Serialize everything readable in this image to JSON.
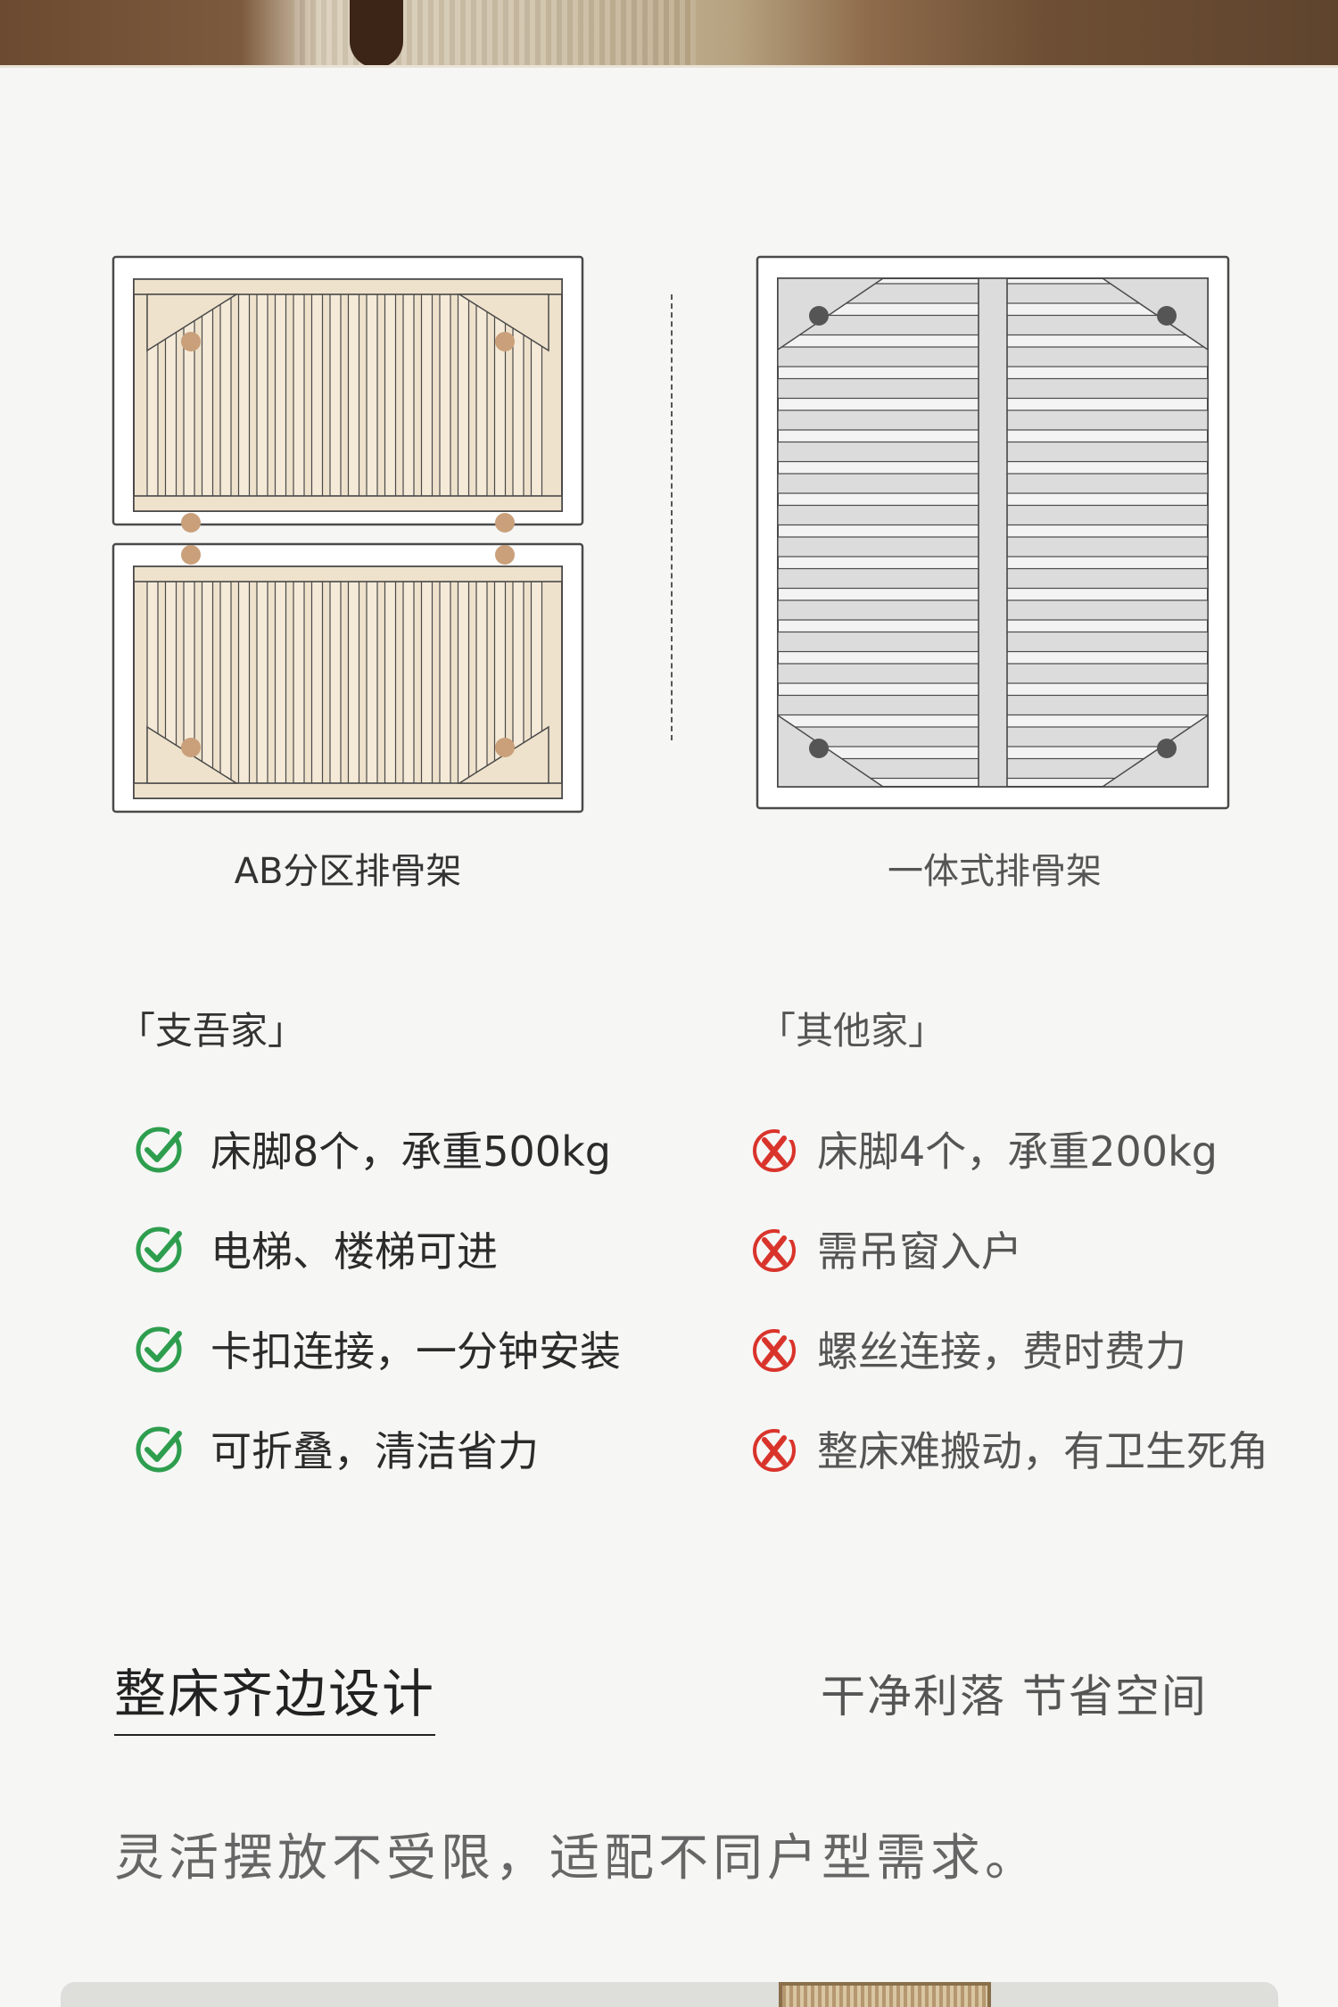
{
  "diagrams": {
    "ab": {
      "label": "AB分区排骨架"
    },
    "one": {
      "label": "一体式排骨架"
    }
  },
  "comparison": {
    "ours": {
      "title": "「支吾家」",
      "items": [
        {
          "icon": "check-icon",
          "text": "床脚8个，承重500kg"
        },
        {
          "icon": "check-icon",
          "text": "电梯、楼梯可进"
        },
        {
          "icon": "check-icon",
          "text": "卡扣连接，一分钟安装"
        },
        {
          "icon": "check-icon",
          "text": "可折叠，清洁省力"
        }
      ]
    },
    "others": {
      "title": "「其他家」",
      "items": [
        {
          "icon": "cross-icon",
          "text": "床脚4个，承重200kg"
        },
        {
          "icon": "cross-icon",
          "text": "需吊窗入户"
        },
        {
          "icon": "cross-icon",
          "text": "螺丝连接，费时费力"
        },
        {
          "icon": "cross-icon",
          "text": "整床难搬动，有卫生死角"
        }
      ]
    }
  },
  "design": {
    "title": "整床齐边设计",
    "subtitle": "干净利落 节省空间",
    "description": "灵活摆放不受限，适配不同户型需求。"
  },
  "colors": {
    "check": "#2e9e4e",
    "cross": "#d9342b",
    "wood_slat": "#efe2cc",
    "wood_dot": "#c9a07a",
    "gray_slat": "#dcdcdc",
    "gray_dot": "#555555"
  }
}
